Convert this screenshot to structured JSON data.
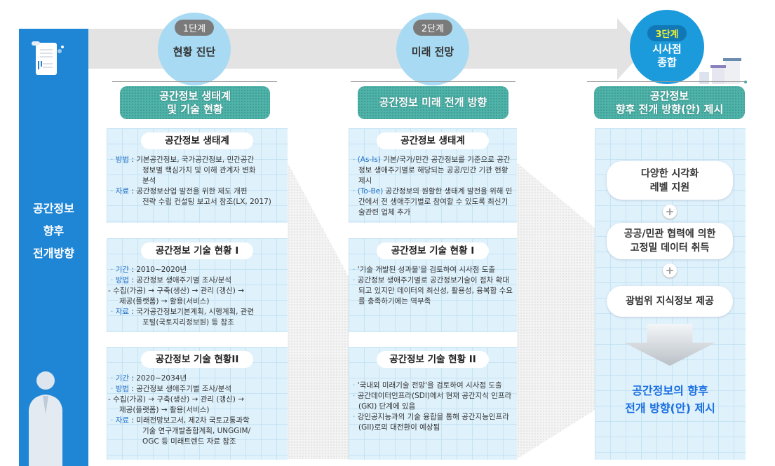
{
  "sidebar": {
    "lines": [
      "공간정보",
      "향후",
      "전개방향"
    ]
  },
  "stages": [
    {
      "badge": "1단계",
      "title": [
        "현황 진단"
      ],
      "header": [
        "공간정보 생태계",
        "및 기술 현황"
      ]
    },
    {
      "badge": "2단계",
      "title": [
        "미래 전망"
      ],
      "header": [
        "공간정보 미래 전개 방향"
      ]
    },
    {
      "badge": "3단계",
      "title": [
        "시사점",
        "종합"
      ],
      "header": [
        "공간정보",
        "향후 전개 방향(안) 제시"
      ]
    }
  ],
  "col1": [
    {
      "title": "공간정보 생태계",
      "items": [
        {
          "key": "방법",
          "text": "기본공간정보, 국가공간정보, 민간공간",
          "cont": [
            "정보별 핵심가치 및 이해 관계자 변화",
            "분석"
          ]
        },
        {
          "key": "자료",
          "text": "공간정보산업 발전을 위한 제도 개편",
          "cont": [
            "전략 수립 컨설팅 보고서 참조(LX, 2017)"
          ]
        }
      ]
    },
    {
      "title": "공간정보 기술 현황 I",
      "items": [
        {
          "key": "기간",
          "text": "2010~2020년",
          "cont": []
        },
        {
          "key": "방법",
          "text": "공간정보 생애주기별 조사/분석",
          "cont": []
        },
        {
          "key": "",
          "text": "- 수집(가공) → 구축(생산) → 관리 (갱신) →",
          "cont": [
            "제공(플랫폼) → 활용(서비스)"
          ]
        },
        {
          "key": "자료",
          "text": "국가공간정보기본계획, 시행계획, 관련",
          "cont": [
            "포털(국토지리정보원) 등 참조"
          ]
        }
      ]
    },
    {
      "title": "공간정보 기술 현황II",
      "items": [
        {
          "key": "기간",
          "text": "2020~2034년",
          "cont": []
        },
        {
          "key": "방법",
          "text": "공간정보 생애주기별 조사/분석",
          "cont": []
        },
        {
          "key": "",
          "text": "- 수집(가공) → 구축(생산) → 관리 (갱신) →",
          "cont": [
            "제공(플랫폼) → 활용(서비스)"
          ]
        },
        {
          "key": "자료",
          "text": "미래전망보고서, 제2차 국토교통과학",
          "cont": [
            "기술 연구개발종합계획, UNGGIM/",
            "OGC 등 미래트렌드 자료 참조"
          ]
        }
      ]
    }
  ],
  "col2": [
    {
      "title": "공간정보 생태계",
      "items": [
        {
          "key": "(As-Is)",
          "text": " 기본/국가/민간 공간정보를 기준으로 공간정보 생애주기별로 해당되는 공공/민간 기관 현황 제시"
        },
        {
          "key": "(To-Be)",
          "text": " 공간정보의 원활한 생태계 발전을 위해 민간에서 전 생애주기별로 참여할 수 있도록  최신기술관련 업체 추가"
        }
      ]
    },
    {
      "title": "공간정보 기술 현황  I",
      "items": [
        {
          "key": "",
          "text": "'기술 개발된 성과물'을 검토하여 시사점 도출"
        },
        {
          "key": "",
          "text": "공간정보 생애주기별로 공간정보기술이 점차 확대되고 있지만 데이터의 최신성, 활용성, 융복합 수요를 충족하기에는 역부족"
        }
      ]
    },
    {
      "title": "공간정보 기술 현황  II",
      "items": [
        {
          "key": "",
          "text": "'국내외 미래기술 전망'을 검토하여 시사점 도출"
        },
        {
          "key": "",
          "text": "공간데이터인프라(SDI)에서 현재 공간지식 인프라(GKI) 단계에 있음"
        },
        {
          "key": "",
          "text": "강인공지능과의 기술 융합을 통해 공간지능인프라(GII)로의 대전환이 예상됨"
        }
      ]
    }
  ],
  "col3": {
    "pills": [
      [
        "다양한 시각화",
        "레벨 지원"
      ],
      [
        "공공/민관 협력에 의한",
        "고정밀 데이터 취득"
      ],
      [
        "광범위 지식정보 제공"
      ]
    ],
    "plus": "+",
    "final": [
      "공간정보의 향후",
      "전개 방향(안) 제시"
    ]
  },
  "colors": {
    "sidebar": "#1f86d6",
    "stage12": "#a8dbf3",
    "stage3": "#1b9bdc",
    "header": "#4fb3a9",
    "final": "#1a6fe0"
  }
}
